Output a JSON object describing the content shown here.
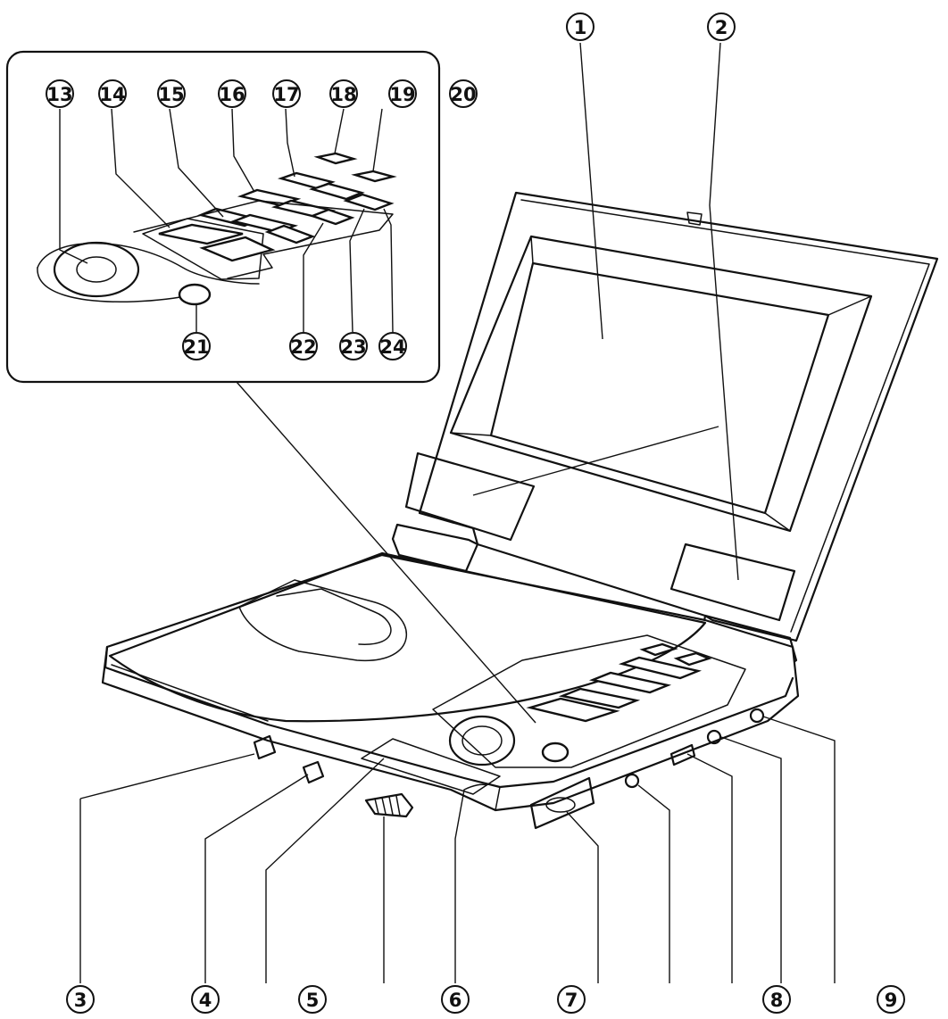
{
  "callouts": [
    {
      "id": "c1",
      "label": "1"
    },
    {
      "id": "c2",
      "label": "2"
    },
    {
      "id": "c3",
      "label": "3"
    },
    {
      "id": "c4",
      "label": "4"
    },
    {
      "id": "c5",
      "label": "5"
    },
    {
      "id": "c6",
      "label": "6"
    },
    {
      "id": "c7",
      "label": "7"
    },
    {
      "id": "c8",
      "label": "8"
    },
    {
      "id": "c9",
      "label": "9"
    },
    {
      "id": "c13",
      "label": "13"
    },
    {
      "id": "c14",
      "label": "14"
    },
    {
      "id": "c15",
      "label": "15"
    },
    {
      "id": "c16",
      "label": "16"
    },
    {
      "id": "c17",
      "label": "17"
    },
    {
      "id": "c18",
      "label": "18"
    },
    {
      "id": "c19",
      "label": "19"
    },
    {
      "id": "c20",
      "label": "20"
    },
    {
      "id": "c21",
      "label": "21"
    },
    {
      "id": "c22",
      "label": "22"
    },
    {
      "id": "c23",
      "label": "23"
    },
    {
      "id": "c24",
      "label": "24"
    }
  ]
}
